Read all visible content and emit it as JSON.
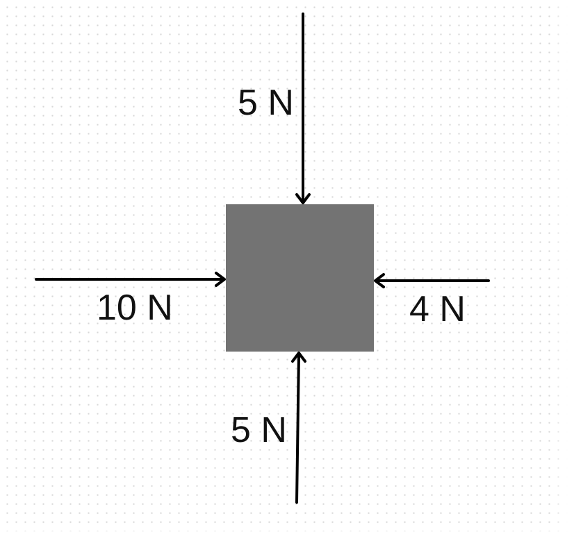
{
  "diagram": {
    "block_color": "#737373",
    "arrow_color": "#000000",
    "forces": {
      "top": {
        "label": "5 N",
        "direction": "down"
      },
      "bottom": {
        "label": "5 N",
        "direction": "up"
      },
      "left": {
        "label": "10 N",
        "direction": "right"
      },
      "right": {
        "label": "4 N",
        "direction": "left"
      }
    }
  }
}
